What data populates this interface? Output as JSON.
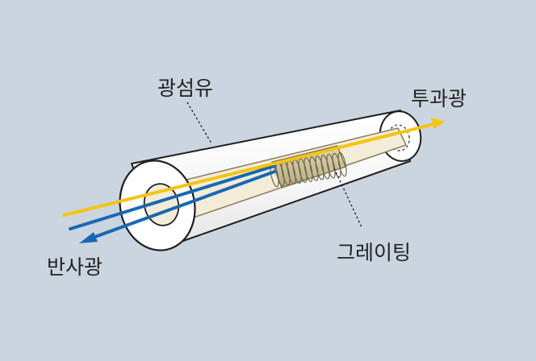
{
  "labels": {
    "fiber": "광섬유",
    "transmitted": "투과광",
    "grating": "그레이팅",
    "reflected": "반사광"
  },
  "colors": {
    "background": "#cbd5df",
    "transmitted_light": "#f4c414",
    "reflected_light": "#1768b4",
    "cladding_fill": "#ffffff",
    "cladding_stroke": "#1e1e1e",
    "core_fill": "#f3ecd8",
    "core_stroke": "#8a7d58",
    "grating_fill": "#c9c09a",
    "grating_stroke": "#6e6546",
    "leader_line": "#1e1e1e"
  }
}
